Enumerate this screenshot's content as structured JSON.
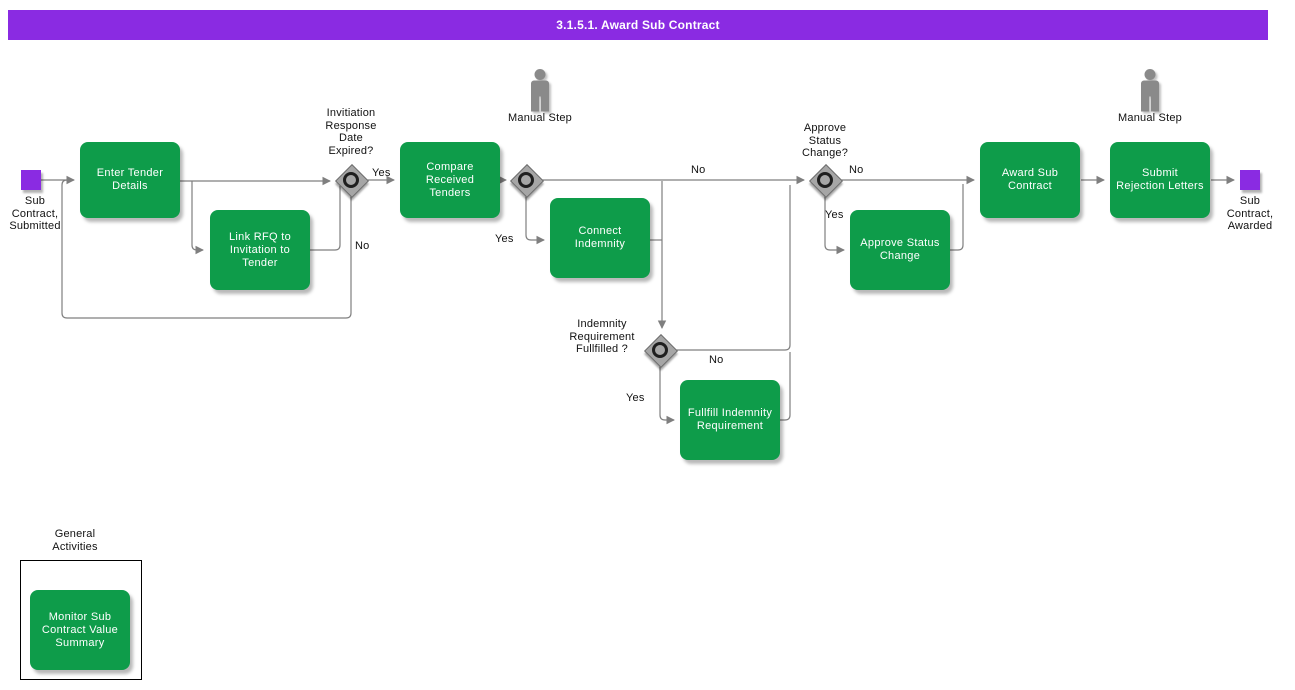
{
  "header": {
    "title": "3.1.5.1. Award Sub Contract"
  },
  "colors": {
    "header_bg": "#8A2BE2",
    "task_green": "#0E9C4A",
    "event_purple": "#8A2BE2",
    "connector_gray": "#7F7F7F"
  },
  "events": [
    {
      "name": "start",
      "label": "Sub\nContract,\nSubmitted"
    },
    {
      "name": "end",
      "label": "Sub\nContract,\nAwarded"
    }
  ],
  "tasks": [
    {
      "name": "enter-tender-details",
      "label": "Enter Tender\nDetails"
    },
    {
      "name": "link-rfq-to-invitation-to-tender",
      "label": "Link RFQ to\nInvitation to\nTender"
    },
    {
      "name": "compare-received-tenders",
      "label": "Compare\nReceived\nTenders"
    },
    {
      "name": "connect-indemnity",
      "label": "Connect\nIndemnity"
    },
    {
      "name": "fullfill-indemnity-requirement",
      "label": "Fullfill Indemnity\nRequirement"
    },
    {
      "name": "approve-status-change",
      "label": "Approve Status\nChange"
    },
    {
      "name": "award-sub-contract",
      "label": "Award Sub\nContract"
    },
    {
      "name": "submit-rejection-letters",
      "label": "Submit\nRejection Letters"
    },
    {
      "name": "monitor-sub-contract-value-summary",
      "label": "Monitor Sub\nContract Value\nSummary"
    }
  ],
  "gateways": [
    {
      "name": "invitation-response-date-expired",
      "label": "Invitiation\nResponse\nDate\nExpired?"
    },
    {
      "name": "tender-split",
      "label": ""
    },
    {
      "name": "indemnity-requirement-fullfilled",
      "label": "Indemnity\nRequirement\nFullfilled ?"
    },
    {
      "name": "approve-status-change-question",
      "label": "Approve\nStatus\nChange?"
    }
  ],
  "edge_labels": [
    {
      "name": "gw1-yes",
      "text": "Yes"
    },
    {
      "name": "gw1-no",
      "text": "No"
    },
    {
      "name": "gw2-yes",
      "text": "Yes"
    },
    {
      "name": "gw2-no",
      "text": "No"
    },
    {
      "name": "indemnity-yes",
      "text": "Yes"
    },
    {
      "name": "indemnity-no",
      "text": "No"
    },
    {
      "name": "gw3-no",
      "text": "No"
    },
    {
      "name": "gw3-yes",
      "text": "Yes"
    }
  ],
  "manual_steps": [
    {
      "label": "Manual Step"
    },
    {
      "label": "Manual Step"
    }
  ],
  "group": {
    "label": "General\nActivities"
  }
}
